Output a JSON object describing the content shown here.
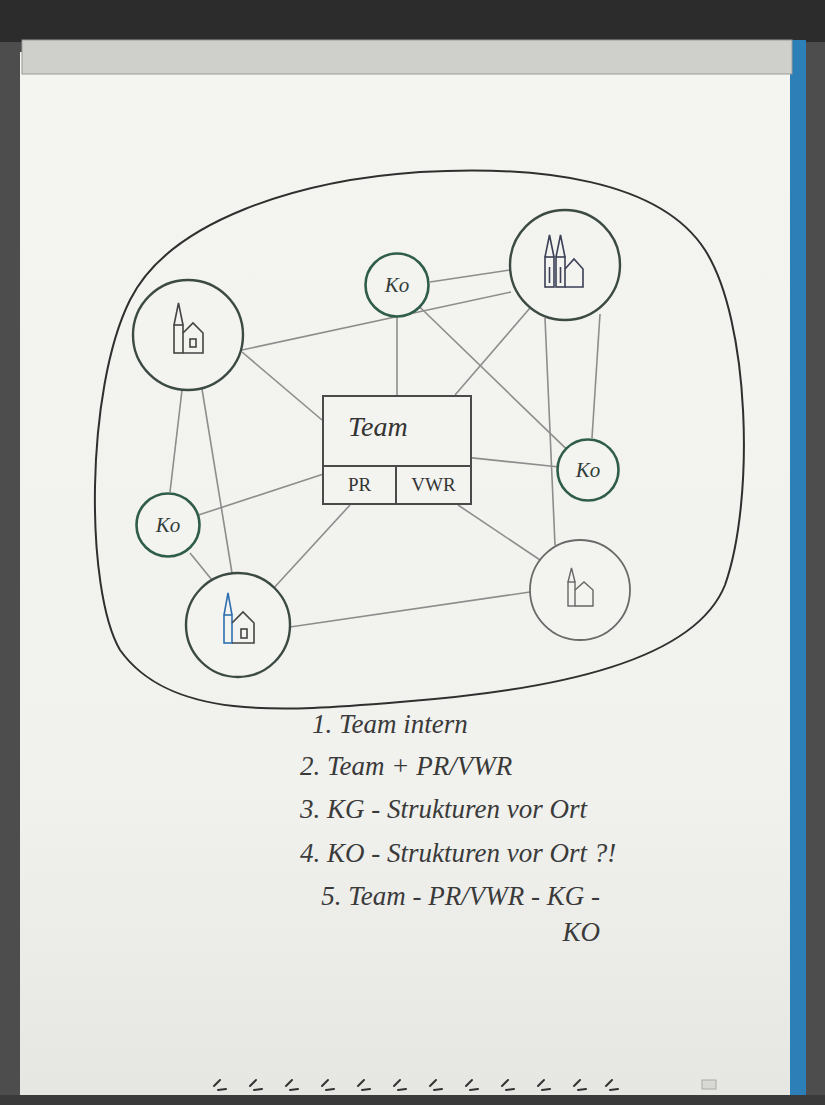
{
  "diagram": {
    "nodes": [
      {
        "text": [
          "Ko"
        ]
      },
      {
        "text": [
          "Team"
        ]
      },
      {
        "text": [
          "PR"
        ],
        "in": 1
      },
      {
        "text": [
          "VWR"
        ],
        "in": 1
      },
      {
        "text": [
          "Ko"
        ]
      },
      {
        "text": [
          "Ko"
        ]
      }
    ],
    "edges": [
      {
        "from": 0,
        "to": 1,
        "arrow": "none"
      },
      {
        "from": 0,
        "to": 4,
        "arrow": "none"
      },
      {
        "from": 1,
        "to": 4,
        "arrow": "none"
      },
      {
        "from": 5,
        "to": 1,
        "arrow": "none"
      }
    ],
    "labels": [
      "1. Team intern",
      "2. Team + PR/VWR",
      "3. KG - Strukturen vor Ort",
      "4. KO - Strukturen vor Ort ?!",
      "5. Team - PR/VWR - KG - KO"
    ]
  }
}
